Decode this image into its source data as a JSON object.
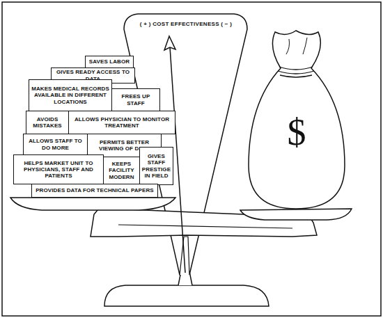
{
  "diagram": {
    "nodes": [
      {
        "text": [
          "SAVES LABOR"
        ]
      },
      {
        "text": [
          "GIVES READY ACCESS TO DATA"
        ]
      },
      {
        "text": [
          "MAKES MEDICAL RECORDS AVAILABLE IN DIFFERENT LOCATIONS"
        ]
      },
      {
        "text": [
          "FREES UP STAFF"
        ]
      },
      {
        "text": [
          "AVOIDS MISTAKES"
        ]
      },
      {
        "text": [
          "ALLOWS PHYSICIAN TO MONITOR TREATMENT"
        ]
      },
      {
        "text": [
          "ALLOWS STAFF TO DO MORE"
        ]
      },
      {
        "text": [
          "PERMITS BETTER VIEWING OF DATA"
        ]
      },
      {
        "text": [
          "GIVES STAFF PRESTIGE IN FIELD"
        ]
      },
      {
        "text": [
          "HELPS MARKET UNIT TO PHYSICIANS, STAFF AND PATIENTS"
        ]
      },
      {
        "text": [
          "KEEPS FACILITY MODERN"
        ]
      },
      {
        "text": [
          "PROVIDES DATA FOR TECHNICAL PAPERS"
        ]
      },
      {
        "text": [
          "$"
        ]
      }
    ],
    "labels": [
      "( + ) COST EFFECTIVENESS ( − )"
    ]
  }
}
